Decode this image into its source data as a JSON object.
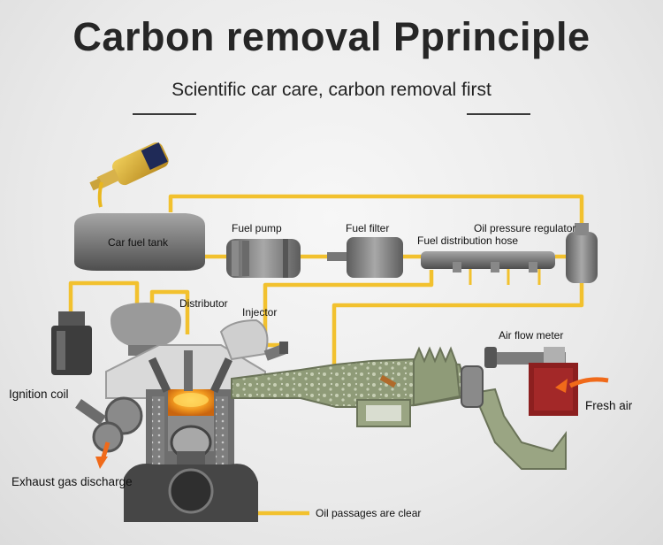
{
  "header": {
    "title": "Carbon removal Pprinciple",
    "subtitle": "Scientific car care, carbon removal first"
  },
  "labels": {
    "car_fuel_tank": "Car fuel tank",
    "fuel_pump": "Fuel pump",
    "fuel_filter": "Fuel filter",
    "fuel_distribution_hose": "Fuel distribution hose",
    "oil_pressure_regulator": "Oil pressure regulator",
    "distributor": "Distributor",
    "injector": "Injector",
    "air_flow_meter": "Air flow meter",
    "ignition_coil": "Ignition coil",
    "fresh_air": "Fresh air",
    "exhaust_gas_discharge": "Exhaust gas discharge",
    "oil_passages": "Oil passages are clear"
  },
  "colors": {
    "fuel_line": "#f2c12e",
    "metal": "#7d7d7d",
    "intake": "#9aa583",
    "combustion": "#f29a1f",
    "arrow": "#f06a1a",
    "air_box": "#8c1f1f"
  }
}
